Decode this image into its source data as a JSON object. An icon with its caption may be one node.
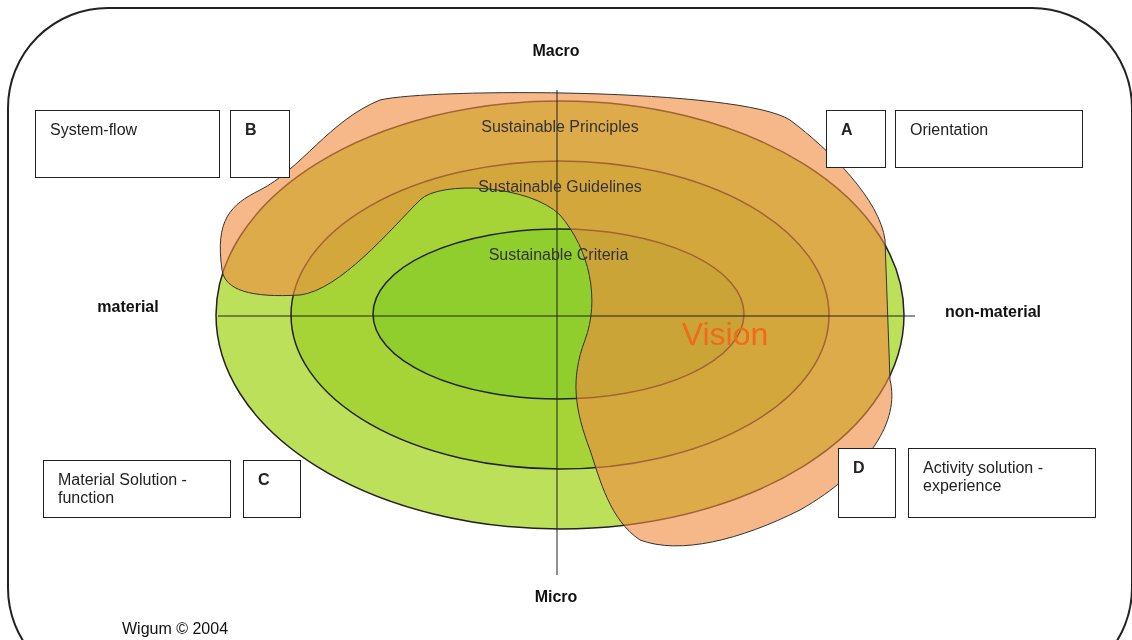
{
  "diagram": {
    "nodes": [
      {
        "text": [
          "System-flow"
        ]
      },
      {
        "text": [
          "B"
        ]
      },
      {
        "text": [
          "Sustainable Principles"
        ]
      },
      {
        "text": [
          "A"
        ]
      },
      {
        "text": [
          "Orientation"
        ]
      },
      {
        "text": [
          "Sustainable Guidelines"
        ],
        "in": 2
      },
      {
        "text": [
          "Sustainable Criteria"
        ],
        "in": 5
      },
      {
        "text": [
          "Material Solution -function"
        ]
      },
      {
        "text": [
          "C"
        ]
      },
      {
        "text": [
          "D"
        ]
      },
      {
        "text": [
          "Activity solution -experience"
        ]
      }
    ],
    "labels": [
      "Macro",
      "material",
      "non-material",
      "Vision",
      "Micro",
      "Wigum © 2004"
    ]
  }
}
